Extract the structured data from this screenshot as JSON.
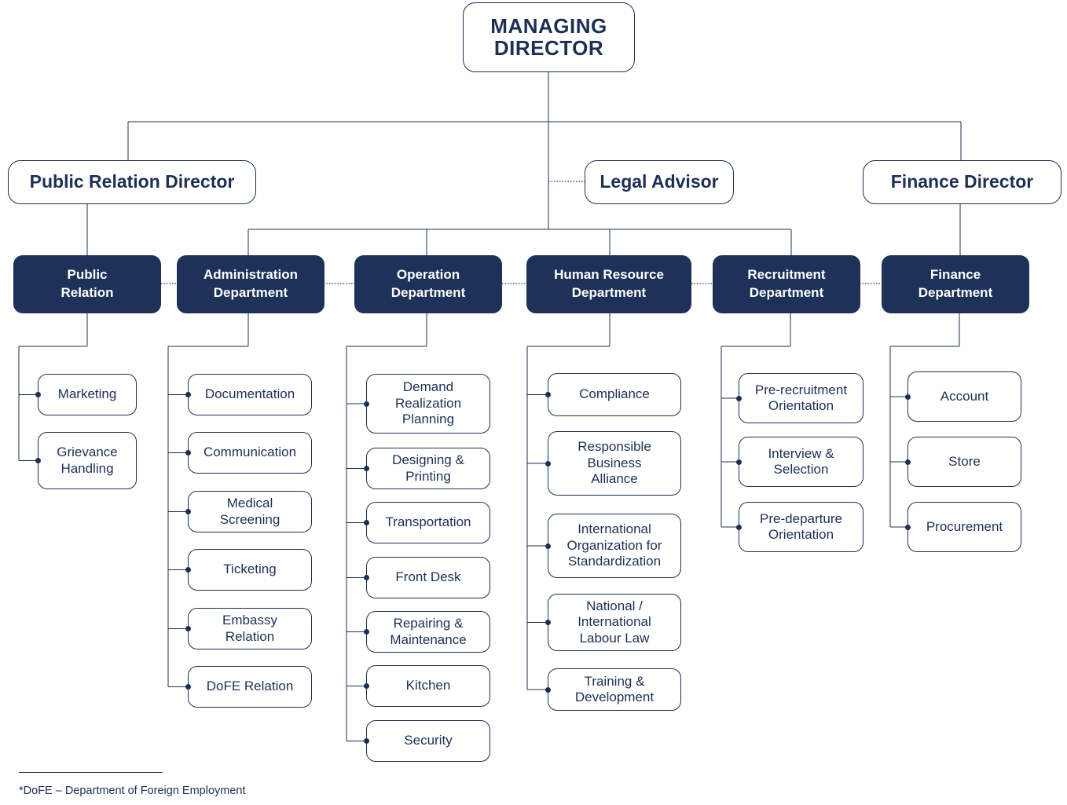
{
  "top": {
    "label": "MANAGING\nDIRECTOR"
  },
  "directors": {
    "public_relation": "Public Relation Director",
    "legal": "Legal Advisor",
    "finance": "Finance Director"
  },
  "departments": [
    {
      "label": "Public\nRelation",
      "subs": [
        "Marketing",
        "Grievance\nHandling"
      ]
    },
    {
      "label": "Administration\nDepartment",
      "subs": [
        "Documentation",
        "Communication",
        "Medical\nScreening",
        "Ticketing",
        "Embassy\nRelation",
        "DoFE Relation"
      ]
    },
    {
      "label": "Operation\nDepartment",
      "subs": [
        "Demand\nRealization\nPlanning",
        "Designing &\nPrinting",
        "Transportation",
        "Front Desk",
        "Repairing &\nMaintenance",
        "Kitchen",
        "Security"
      ]
    },
    {
      "label": "Human Resource\nDepartment",
      "subs": [
        "Compliance",
        "Responsible\nBusiness\nAlliance",
        "International\nOrganization for\nStandardization",
        "National /\nInternational\nLabour Law",
        "Training &\nDevelopment"
      ]
    },
    {
      "label": "Recruitment\nDepartment",
      "subs": [
        "Pre-recruitment\nOrientation",
        "Interview &\nSelection",
        "Pre-departure\nOrientation"
      ]
    },
    {
      "label": "Finance\nDepartment",
      "subs": [
        "Account",
        "Store",
        "Procurement"
      ]
    }
  ],
  "footnote": "*DoFE – Department of Foreign Employment"
}
